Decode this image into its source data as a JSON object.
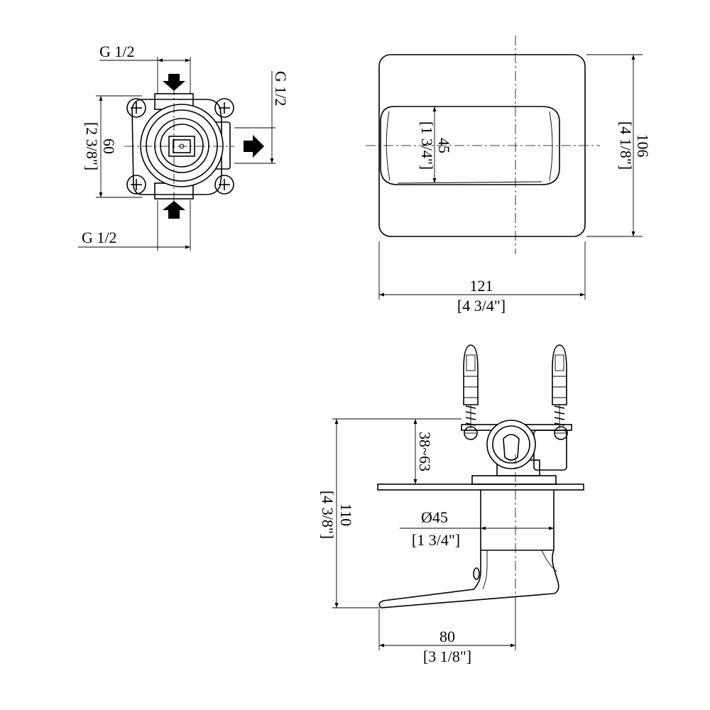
{
  "valve_top_view": {
    "inlet_top_label": "G 1/2",
    "outlet_side_label": "G 1/2",
    "inlet_bottom_label": "G 1/2",
    "height_mm": "60",
    "height_in": "[2 3/8\"]"
  },
  "plate_front_view": {
    "height_mm": "106",
    "height_in": "[4 1/8\"]",
    "width_mm": "121",
    "width_in": "[4 3/4\"]",
    "handle_height_mm": "45",
    "handle_height_in": "[1 3/4\"]"
  },
  "side_view": {
    "depth_range": "38~63",
    "total_height_mm": "110",
    "total_height_in": "[4 3/8\"]",
    "diameter_mm": "Ø45",
    "diameter_in": "[1 3/4\"]",
    "lever_length_mm": "80",
    "lever_length_in": "[3 1/8\"]"
  }
}
